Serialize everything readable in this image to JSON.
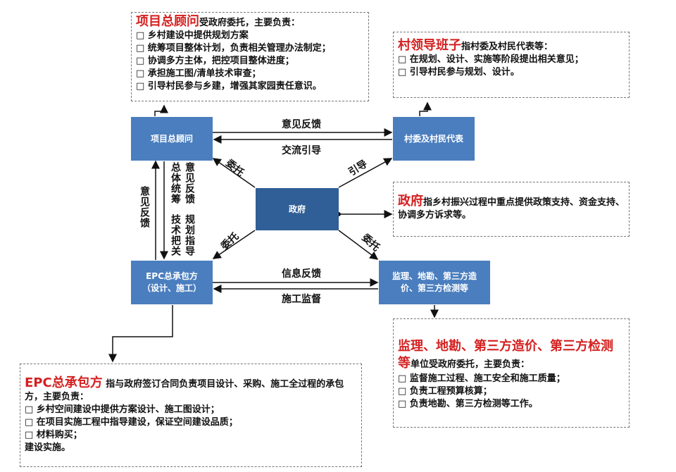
{
  "advisor_box": {
    "title": "项目总顾问",
    "intro": "受政府委托，主要负责：",
    "items": [
      "□ 乡村建设中提供规划方案",
      "□ 统筹项目整体计划，负责相关管理办法制定；",
      "□ 协调多方主体，把控项目整体进度；",
      "□ 承担施工图/清单技术审查；",
      "□ 引导村民参与乡建，增强其家园责任意识。"
    ]
  },
  "village_box": {
    "title": "村领导班子",
    "intro": "指村委及村民代表等：",
    "items": [
      "□ 在规划、设计、实施等阶段提出相关意见；",
      "□ 引导村民参与规划、设计。"
    ]
  },
  "gov_box": {
    "title": "政府",
    "intro": "指乡村振兴过程中重点提供政策支持、资金支持、协调多方诉求等。"
  },
  "supervisor_box": {
    "title": "监理、地勘、第三方造价、第三方检测等",
    "intro": "单位受政府委托，主要负责：",
    "items": [
      "□ 监督施工过程、施工安全和施工质量；",
      "□ 负责工程预算核算；",
      "□ 负责地勘、第三方检测等工作。"
    ]
  },
  "epc_box": {
    "title": "EPC总承包方",
    "intro": " 指与政府签订合同负责项目设计、采购、施工全过程的承包方，主要负责：",
    "items": [
      "□ 乡村空间建设中提供方案设计、施工图设计；",
      "□ 在项目实施工程中指导建设，保证空间建设品质；",
      "□ 材料购买；",
      "建设实施。"
    ]
  },
  "nodes": {
    "advisor": "项目总顾问",
    "village": "村委及村民代表",
    "gov": "政府",
    "epc_line1": "EPC总承包方",
    "epc_line2": "（设计、施工）",
    "sup_line1": "监理、地勘、第三方造",
    "sup_line2": "价、第三方检测等"
  },
  "edges": {
    "feedback_top": "意见反馈",
    "guide_top": "交流引导",
    "info_feedback": "信息反馈",
    "construction_supervise": "施工监督",
    "left_feedback": "意见反馈",
    "overall": "总体统筹",
    "opinion": "意见反馈",
    "tech": "技术把关",
    "plan_guide": "规划指导",
    "entrust1": "委托",
    "guide": "引导",
    "entrust2": "委托",
    "entrust3": "委托"
  },
  "colors": {
    "node": "#4a7ebf",
    "gov_node": "#2f5f96",
    "title_red": "#d42020"
  }
}
